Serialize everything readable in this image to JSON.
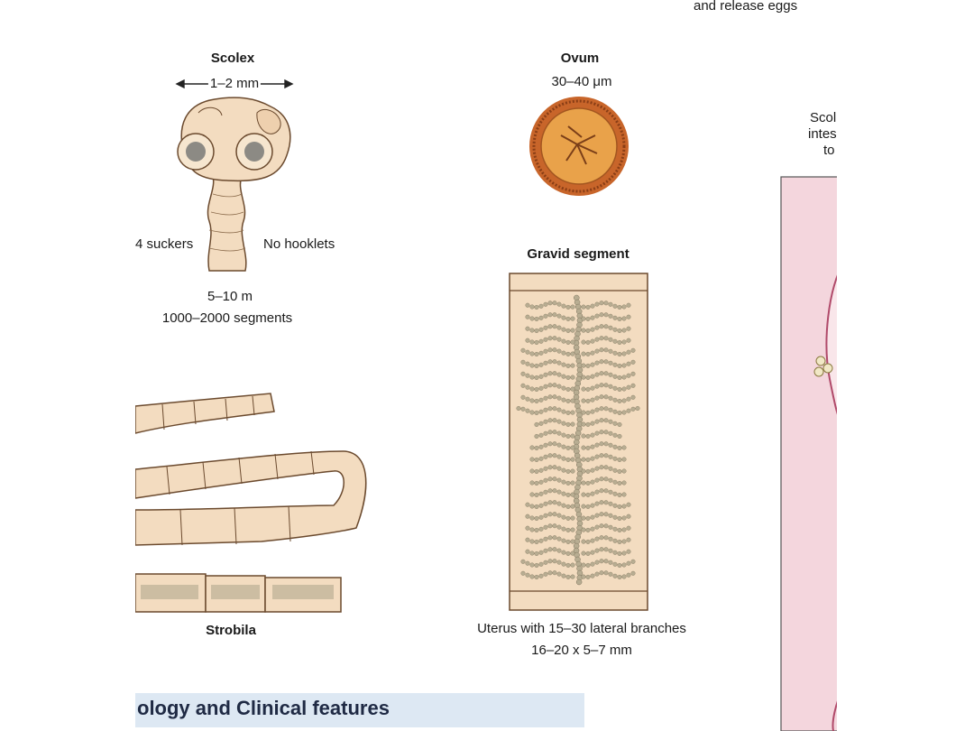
{
  "top_caption": "and release eggs",
  "scolex": {
    "title": "Scolex",
    "size": "1–2 mm",
    "left_label": "4 suckers",
    "right_label": "No hooklets",
    "length": "5–10 m",
    "segments": "1000–2000 segments"
  },
  "ovum": {
    "title": "Ovum",
    "size": "30–40 μm"
  },
  "gravid": {
    "title": "Gravid segment",
    "caption_line1": "Uterus with 15–30 lateral branches",
    "caption_line2": "16–20 x 5–7 mm"
  },
  "strobila": {
    "title": "Strobila"
  },
  "right_panel": {
    "line1": "Scol",
    "line2": "intes",
    "line3": "to"
  },
  "section_title": "ology and Clinical features",
  "colors": {
    "worm_fill": "#f3dcc0",
    "worm_stroke": "#6b4a2e",
    "ovum_outer": "#c8652a",
    "ovum_inner": "#e9a24a",
    "tissue_pink": "#f4d6dd",
    "uterus_beads": "#b8ad92"
  }
}
